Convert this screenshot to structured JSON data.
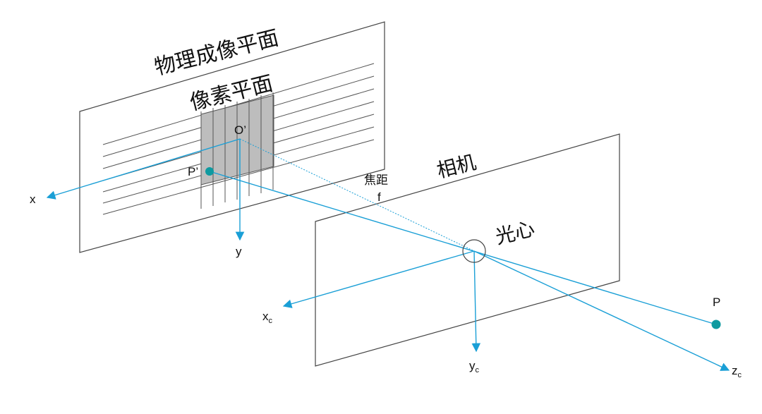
{
  "labels": {
    "physical_plane": "物理成像平面",
    "pixel_plane": "像素平面",
    "camera": "相机",
    "optical_center": "光心",
    "focal_length": "焦距",
    "focal_symbol": "f",
    "origin_image": "O’",
    "point_image": "P’",
    "point_world": "P",
    "axis_x": "x",
    "axis_y": "y",
    "axis_xc": "x",
    "axis_xc_sub": "c",
    "axis_yc": "y",
    "axis_yc_sub": "c",
    "axis_zc": "z",
    "axis_zc_sub": "c"
  },
  "colors": {
    "axis": "#1a9fd6",
    "point": "#0e9aa0",
    "frame": "#444444",
    "grid_fill": "#bdbdbd",
    "grid_line": "#555555"
  }
}
